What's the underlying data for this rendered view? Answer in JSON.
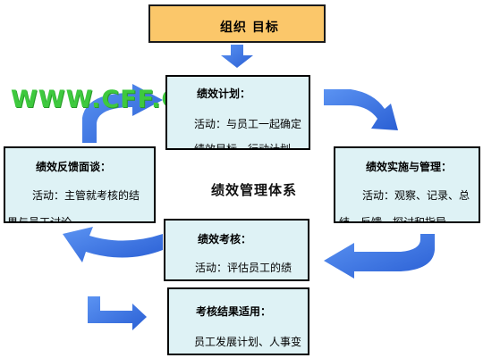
{
  "goal_title": "组织 目标",
  "center_label": "绩效管理体系",
  "watermark": "WWW.CFF.CN",
  "boxes": {
    "plan": {
      "title": "绩效计划：",
      "lines": [
        "活动：与员工一起确定",
        "绩效目标、行动计划"
      ]
    },
    "implement": {
      "title": "绩效实施与管理：",
      "lines": [
        "活动：观察、记录、总",
        "结、反馈、探讨和指导"
      ]
    },
    "appraisal": {
      "title": "绩效考核：",
      "lines": [
        "活动：评估员工的绩"
      ]
    },
    "feedback": {
      "title": "绩效反馈面谈：",
      "lines": [
        "活动：主管就考核的结",
        "果与员工讨论"
      ]
    },
    "application": {
      "title": "考核结果适用：",
      "lines": [
        "员工发展计划、人事变"
      ]
    }
  },
  "colors": {
    "box_fill": "#def2f5",
    "goal_fill": "#fbc76a",
    "arrow": "#3a74e6",
    "watermark": "#3ec93e"
  }
}
